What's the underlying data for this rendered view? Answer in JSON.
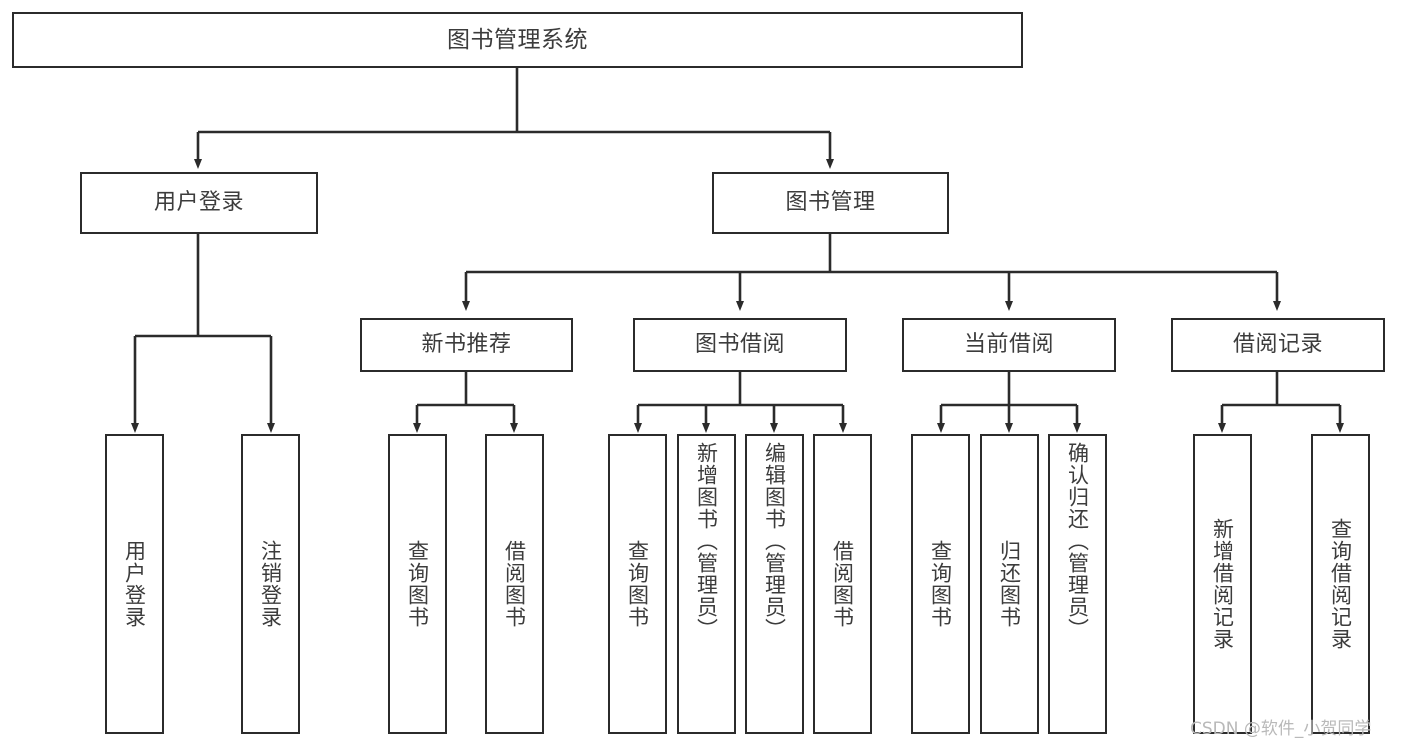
{
  "diagram": {
    "type": "tree-hierarchy",
    "title": "图书管理系统",
    "watermark": "CSDN @软件_小贺同学",
    "colors": {
      "box_border": "#2b2b2b",
      "box_fill": "#ffffff",
      "connector": "#2b2b2b",
      "text": "#3c3c3c",
      "watermark": "#b9b9b9",
      "background": "#ffffff"
    },
    "nodes": {
      "root": {
        "label": "图书管理系统"
      },
      "level2": [
        {
          "id": "user-login",
          "label": "用户登录"
        },
        {
          "id": "book-manage",
          "label": "图书管理"
        }
      ],
      "level3": [
        {
          "id": "new-book-recommend",
          "label": "新书推荐"
        },
        {
          "id": "book-borrow",
          "label": "图书借阅"
        },
        {
          "id": "current-borrow",
          "label": "当前借阅"
        },
        {
          "id": "borrow-record",
          "label": "借阅记录"
        }
      ],
      "leaves": {
        "user_login": [
          {
            "id": "leaf-user-login",
            "label": "用户登录"
          },
          {
            "id": "leaf-logout-login",
            "label": "注销登录"
          }
        ],
        "new_book_recommend": [
          {
            "id": "leaf-query-book-1",
            "label": "查询图书"
          },
          {
            "id": "leaf-borrow-book-1",
            "label": "借阅图书"
          }
        ],
        "book_borrow": [
          {
            "id": "leaf-query-book-2",
            "label": "查询图书"
          },
          {
            "id": "leaf-add-book",
            "label": "新增图书（管理员）"
          },
          {
            "id": "leaf-edit-book",
            "label": "编辑图书（管理员）"
          },
          {
            "id": "leaf-borrow-book-2",
            "label": "借阅图书"
          }
        ],
        "current_borrow": [
          {
            "id": "leaf-query-book-3",
            "label": "查询图书"
          },
          {
            "id": "leaf-return-book",
            "label": "归还图书"
          },
          {
            "id": "leaf-confirm-return",
            "label": "确认归还（管理员）"
          }
        ],
        "borrow_record": [
          {
            "id": "leaf-add-record",
            "label": "新增借阅记录"
          },
          {
            "id": "leaf-query-record",
            "label": "查询借阅记录"
          }
        ]
      }
    }
  }
}
